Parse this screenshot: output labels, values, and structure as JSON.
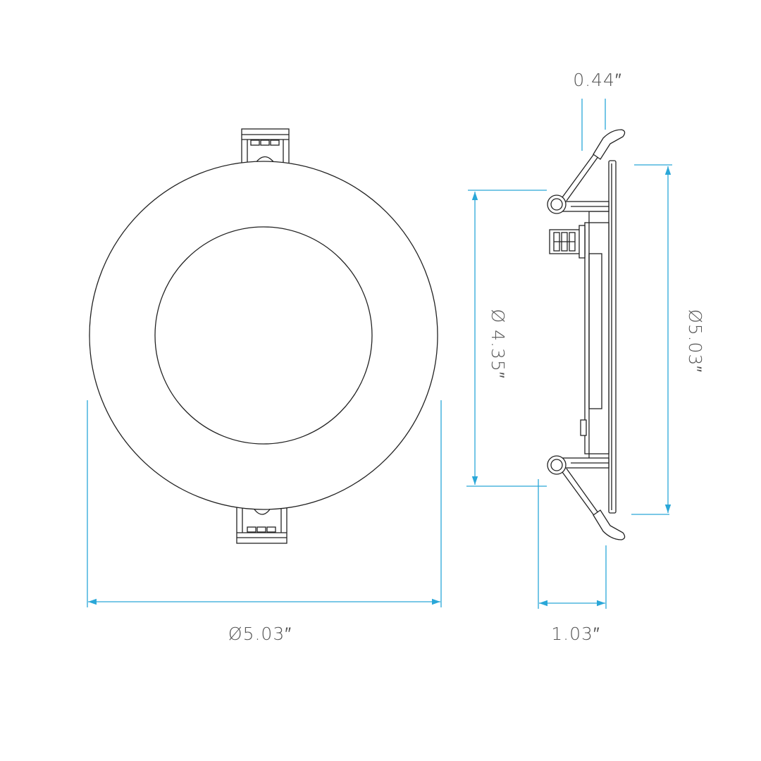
{
  "labels": {
    "front_diameter": "Ø5.03″",
    "side_depth": "1.03″",
    "spring_clip": "0.44″",
    "cutout_diameter": "Ø 4.35″",
    "side_diameter": "Ø5.03″"
  },
  "colors": {
    "dimension": "#2aa7d8",
    "outline": "#222222",
    "text": "#555555"
  }
}
